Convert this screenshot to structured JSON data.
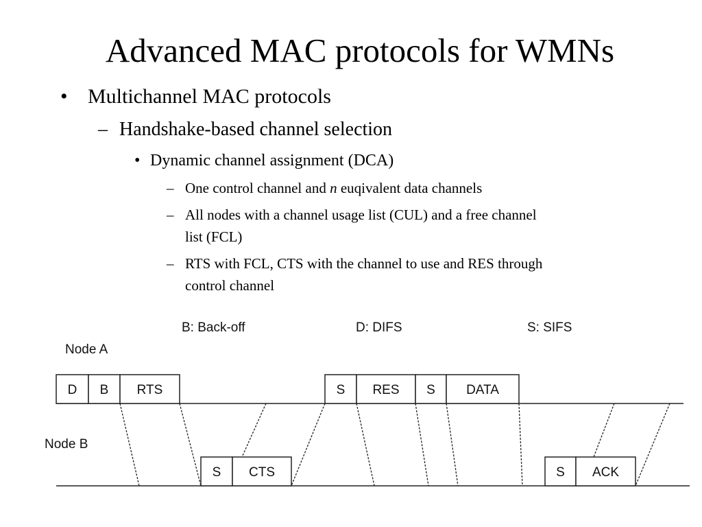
{
  "slide": {
    "title": "Advanced MAC protocols for WMNs",
    "bullets": [
      {
        "level": 1,
        "marker": "•",
        "text": "Multichannel MAC protocols"
      },
      {
        "level": 2,
        "marker": "–",
        "text": "Handshake-based channel selection"
      },
      {
        "level": 3,
        "marker": "•",
        "text": "Dynamic channel assignment (DCA)"
      },
      {
        "level": 4,
        "marker": "–",
        "text_before": "One control channel and ",
        "text_italic": "n",
        "text_after": " euqivalent data channels"
      },
      {
        "level": 4,
        "marker": "–",
        "lines": [
          "All nodes with a channel usage list (CUL) and a free channel",
          "list (FCL)"
        ]
      },
      {
        "level": 4,
        "marker": "–",
        "lines": [
          "RTS with FCL, CTS with the channel to use and RES through",
          "control channel"
        ]
      }
    ]
  },
  "diagram": {
    "legend": [
      "B: Back-off",
      "D: DIFS",
      "S: SIFS"
    ],
    "nodes": [
      "Node A",
      "Node B"
    ],
    "node_a_frames": [
      "D",
      "B",
      "RTS",
      "S",
      "RES",
      "S",
      "DATA"
    ],
    "node_b_frames": [
      "S",
      "CTS",
      "S",
      "ACK"
    ]
  }
}
